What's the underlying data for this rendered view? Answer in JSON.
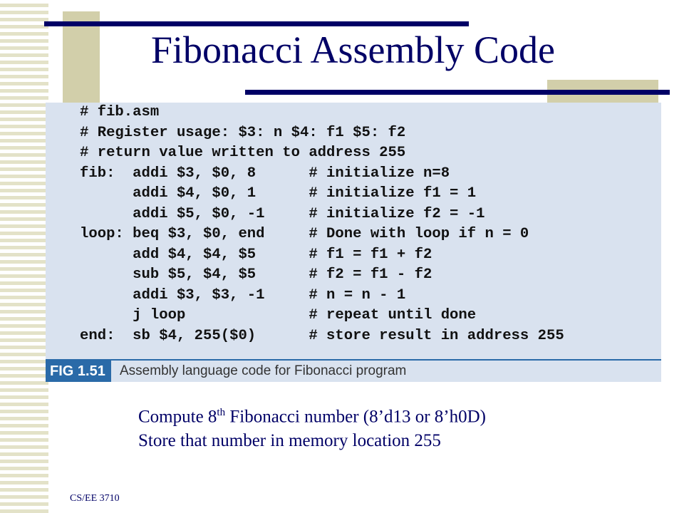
{
  "slide": {
    "title": "Fibonacci Assembly Code",
    "footer": "CS/EE 3710"
  },
  "figure": {
    "code_lines": [
      "# fib.asm",
      "# Register usage: $3: n $4: f1 $5: f2",
      "# return value written to address 255",
      "fib:  addi $3, $0, 8      # initialize n=8",
      "      addi $4, $0, 1      # initialize f1 = 1",
      "      addi $5, $0, -1     # initialize f2 = -1",
      "loop: beq $3, $0, end     # Done with loop if n = 0",
      "      add $4, $4, $5      # f1 = f1 + f2",
      "      sub $5, $4, $5      # f2 = f1 - f2",
      "      addi $3, $3, -1     # n = n - 1",
      "      j loop              # repeat until done",
      "end:  sb $4, 255($0)      # store result in address 255"
    ],
    "label": "FIG 1.51",
    "caption": "Assembly language code for Fibonacci program"
  },
  "notes": {
    "line1_prefix": "Compute 8",
    "line1_sup": "th",
    "line1_suffix": " Fibonacci number (8’d13 or 8’h0D)",
    "line2": "Store that number in memory location 255"
  }
}
